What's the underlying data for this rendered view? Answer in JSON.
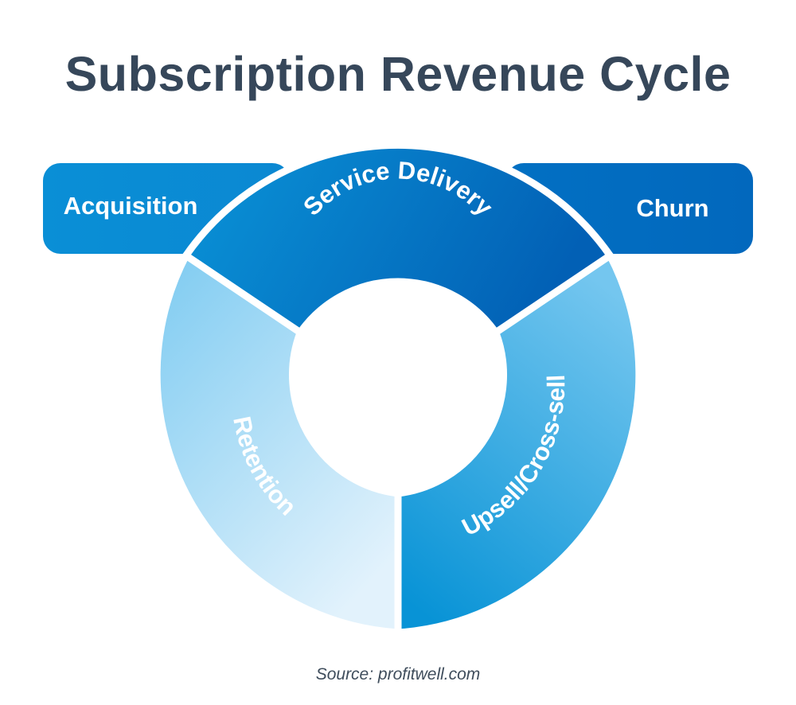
{
  "title": "Subscription Revenue Cycle",
  "stages": {
    "acquisition": "Acquisition",
    "churn": "Churn",
    "service_delivery": "Service Delivery",
    "retention": "Retention",
    "upsell": "Upsell/Cross-sell"
  },
  "source": "Source: profitwell.com",
  "colors": {
    "title": "#36475a",
    "acquisition": "#0a8fd6",
    "churn": "#0268bd",
    "service_delivery_start": "#0a94d8",
    "service_delivery_end": "#0260b5",
    "retention_start": "#7ecbf1",
    "retention_end": "#e2f2fc",
    "upsell_start": "#74c6ef",
    "upsell_end": "#0893d6"
  }
}
